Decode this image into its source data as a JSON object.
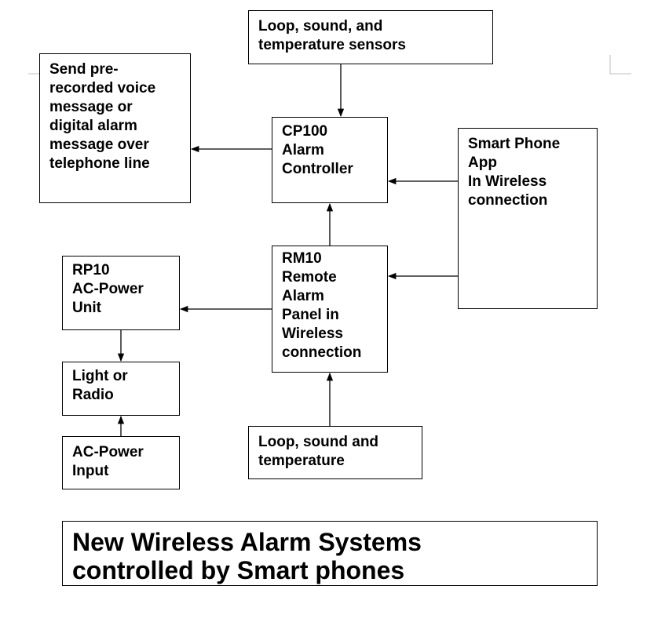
{
  "boxes": {
    "sensors_top": "Loop, sound, and\ntemperature sensors",
    "send_message": "Send pre-\nrecorded voice\nmessage or\ndigital alarm\nmessage over\ntelephone line",
    "cp100": "CP100\nAlarm\nController",
    "smart_phone": "Smart Phone\nApp\nIn Wireless\nconnection",
    "rp10": "RP10\nAC-Power\nUnit",
    "rm10": "RM10\nRemote\nAlarm\nPanel in\nWireless\nconnection",
    "light_radio": "Light or\nRadio",
    "ac_input": "AC-Power\nInput",
    "sensors_bottom": "Loop, sound and\ntemperature"
  },
  "title": "New Wireless Alarm Systems\ncontrolled by Smart phones"
}
